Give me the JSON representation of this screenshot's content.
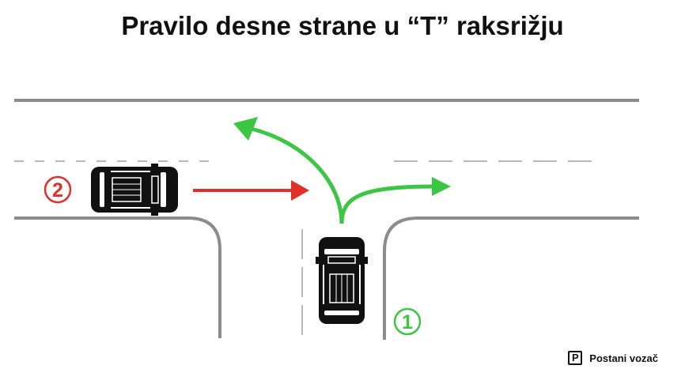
{
  "title": "Pravilo desne strane u “T” raksrižju",
  "labels": {
    "car1": "1",
    "car2": "2"
  },
  "brand": {
    "logo_letter": "P",
    "name": "Postani vozač"
  },
  "colors": {
    "road": "#8c8c8c",
    "green": "#3cc644",
    "red": "#e1302a",
    "car": "#111111"
  }
}
